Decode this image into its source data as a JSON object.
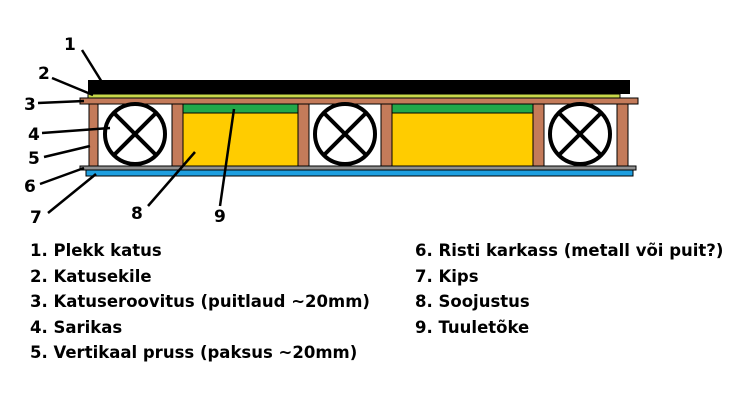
{
  "diagram": {
    "callouts": [
      "1",
      "2",
      "3",
      "4",
      "5",
      "6",
      "7",
      "8",
      "9"
    ],
    "colors": {
      "roof_metal": "#000000",
      "roofing_membrane": "#c8d84a",
      "sheathing": "#c47b5a",
      "timber": "#c47b5a",
      "insulation": "#ffcc00",
      "wind_barrier": "#22a84a",
      "cross_frame": "#909090",
      "drywall": "#1e9fe0",
      "outline": "#000000"
    }
  },
  "legend": {
    "left": [
      "1. Plekk katus",
      "2. Katusekile",
      "3. Katuseroovitus (puitlaud ~20mm)",
      "4. Sarikas",
      "5. Vertikaal pruss (paksus ~20mm)"
    ],
    "right": [
      "6. Risti karkass (metall või puit?)",
      "7. Kips",
      "8. Soojustus",
      "9. Tuuletõke"
    ]
  }
}
